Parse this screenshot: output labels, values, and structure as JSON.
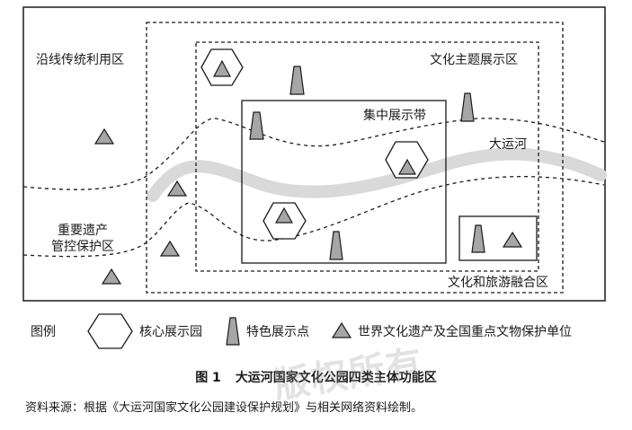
{
  "zones": {
    "outer_label": "沿线传统利用区",
    "display_zone_label": "文化主题展示区",
    "core_band_label": "集中展示带",
    "canal_label": "大运河",
    "control_zone_label_line1": "重要遗产",
    "control_zone_label_line2": "管控保护区",
    "tourism_zone_label": "文化和旅游融合区"
  },
  "legend": {
    "title": "图例",
    "items": [
      {
        "icon": "hexagon-icon",
        "label": "核心展示园"
      },
      {
        "icon": "trapezoid-icon",
        "label": "特色展示点"
      },
      {
        "icon": "triangle-icon",
        "label": "世界文化遗产及全国重点文物保护单位"
      }
    ]
  },
  "caption": {
    "figure_no": "图 1",
    "title": "大运河国家文化公园四类主体功能区"
  },
  "source": "资料来源：根据《大运河国家文化公园建设保护规划》与相关网络资料绘制。",
  "watermark": "版权所有",
  "colors": {
    "line": "#1a1a1a",
    "canal": "#d9d9d9",
    "marker_fill": "#a6a6a6"
  }
}
